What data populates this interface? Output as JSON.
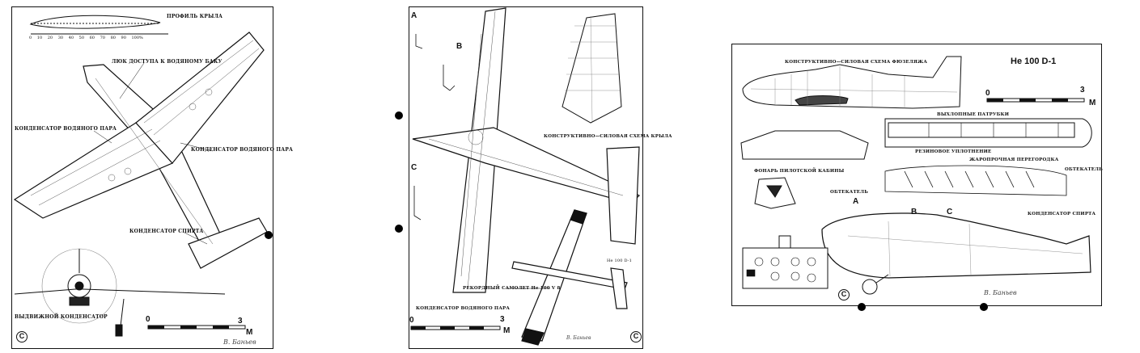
{
  "sheets": {
    "left": {
      "wing_profile_label": "ПРОФИЛЬ КРЫЛА",
      "profile_ticks": [
        "0",
        "10",
        "20",
        "30",
        "40",
        "50",
        "60",
        "70",
        "80",
        "90",
        "100%"
      ],
      "water_tank_hatch": "ЛЮК ДОСТУПА К ВОДЯНОМУ БАКУ",
      "steam_condenser_left": "КОНДЕНСАТОР ВОДЯНОГО ПАРА",
      "steam_condenser_right": "КОНДЕНСАТОР ВОДЯНОГО ПАРА",
      "spirit_condenser": "КОНДЕНСАТОР СПИРТА",
      "retractable_condenser": "ВЫДВИЖНОЙ КОНДЕНСАТОР",
      "scale_zero": "0",
      "scale_max": "3",
      "scale_unit": "М",
      "copyright": "C",
      "signature": "В. Баньев"
    },
    "middle": {
      "section_a": "A",
      "section_b": "B",
      "section_c": "C",
      "wing_structure": "КОНСТРУКТИВНО—СИЛОВАЯ СХЕМА КРЫЛА",
      "record_plane": "РЕКОРДНЫЙ САМОЛЕТ Не 100 V 8",
      "steam_condenser": "КОНДЕНСАТОР ВОДЯНОГО ПАРА",
      "silhouette_label": "Не 100 D-1",
      "scale_zero": "0",
      "scale_max": "3",
      "scale_unit": "М",
      "copyright": "C",
      "signature": "В. Баньев"
    },
    "right": {
      "model": "Не 100 D-1",
      "fuselage_structure": "КОНСТРУКТИВНО—СИЛОВАЯ СХЕМА ФЮЗЕЛЯЖА",
      "exhaust_pipes": "ВЫХЛОПНЫЕ ПАТРУБКИ",
      "rubber_seal": "РЕЗИНОВОЕ УПЛОТНЕНИЕ",
      "fire_wall": "ЖАРОПРОЧНАЯ ПЕРЕГОРОДКА",
      "fairing_right": "ОБТЕКАТЕЛЬ",
      "fairing_left": "ОБТЕКАТЕЛЬ",
      "canopy": "ФОНАРЬ ПИЛОТСКОЙ КАБИНЫ",
      "spirit_condenser": "КОНДЕНСАТОР СПИРТА",
      "section_a": "A",
      "section_b": "B",
      "section_c": "C",
      "scale_zero": "0",
      "scale_max": "3",
      "scale_unit": "М",
      "copyright": "C",
      "signature": "В. Баньев"
    }
  }
}
